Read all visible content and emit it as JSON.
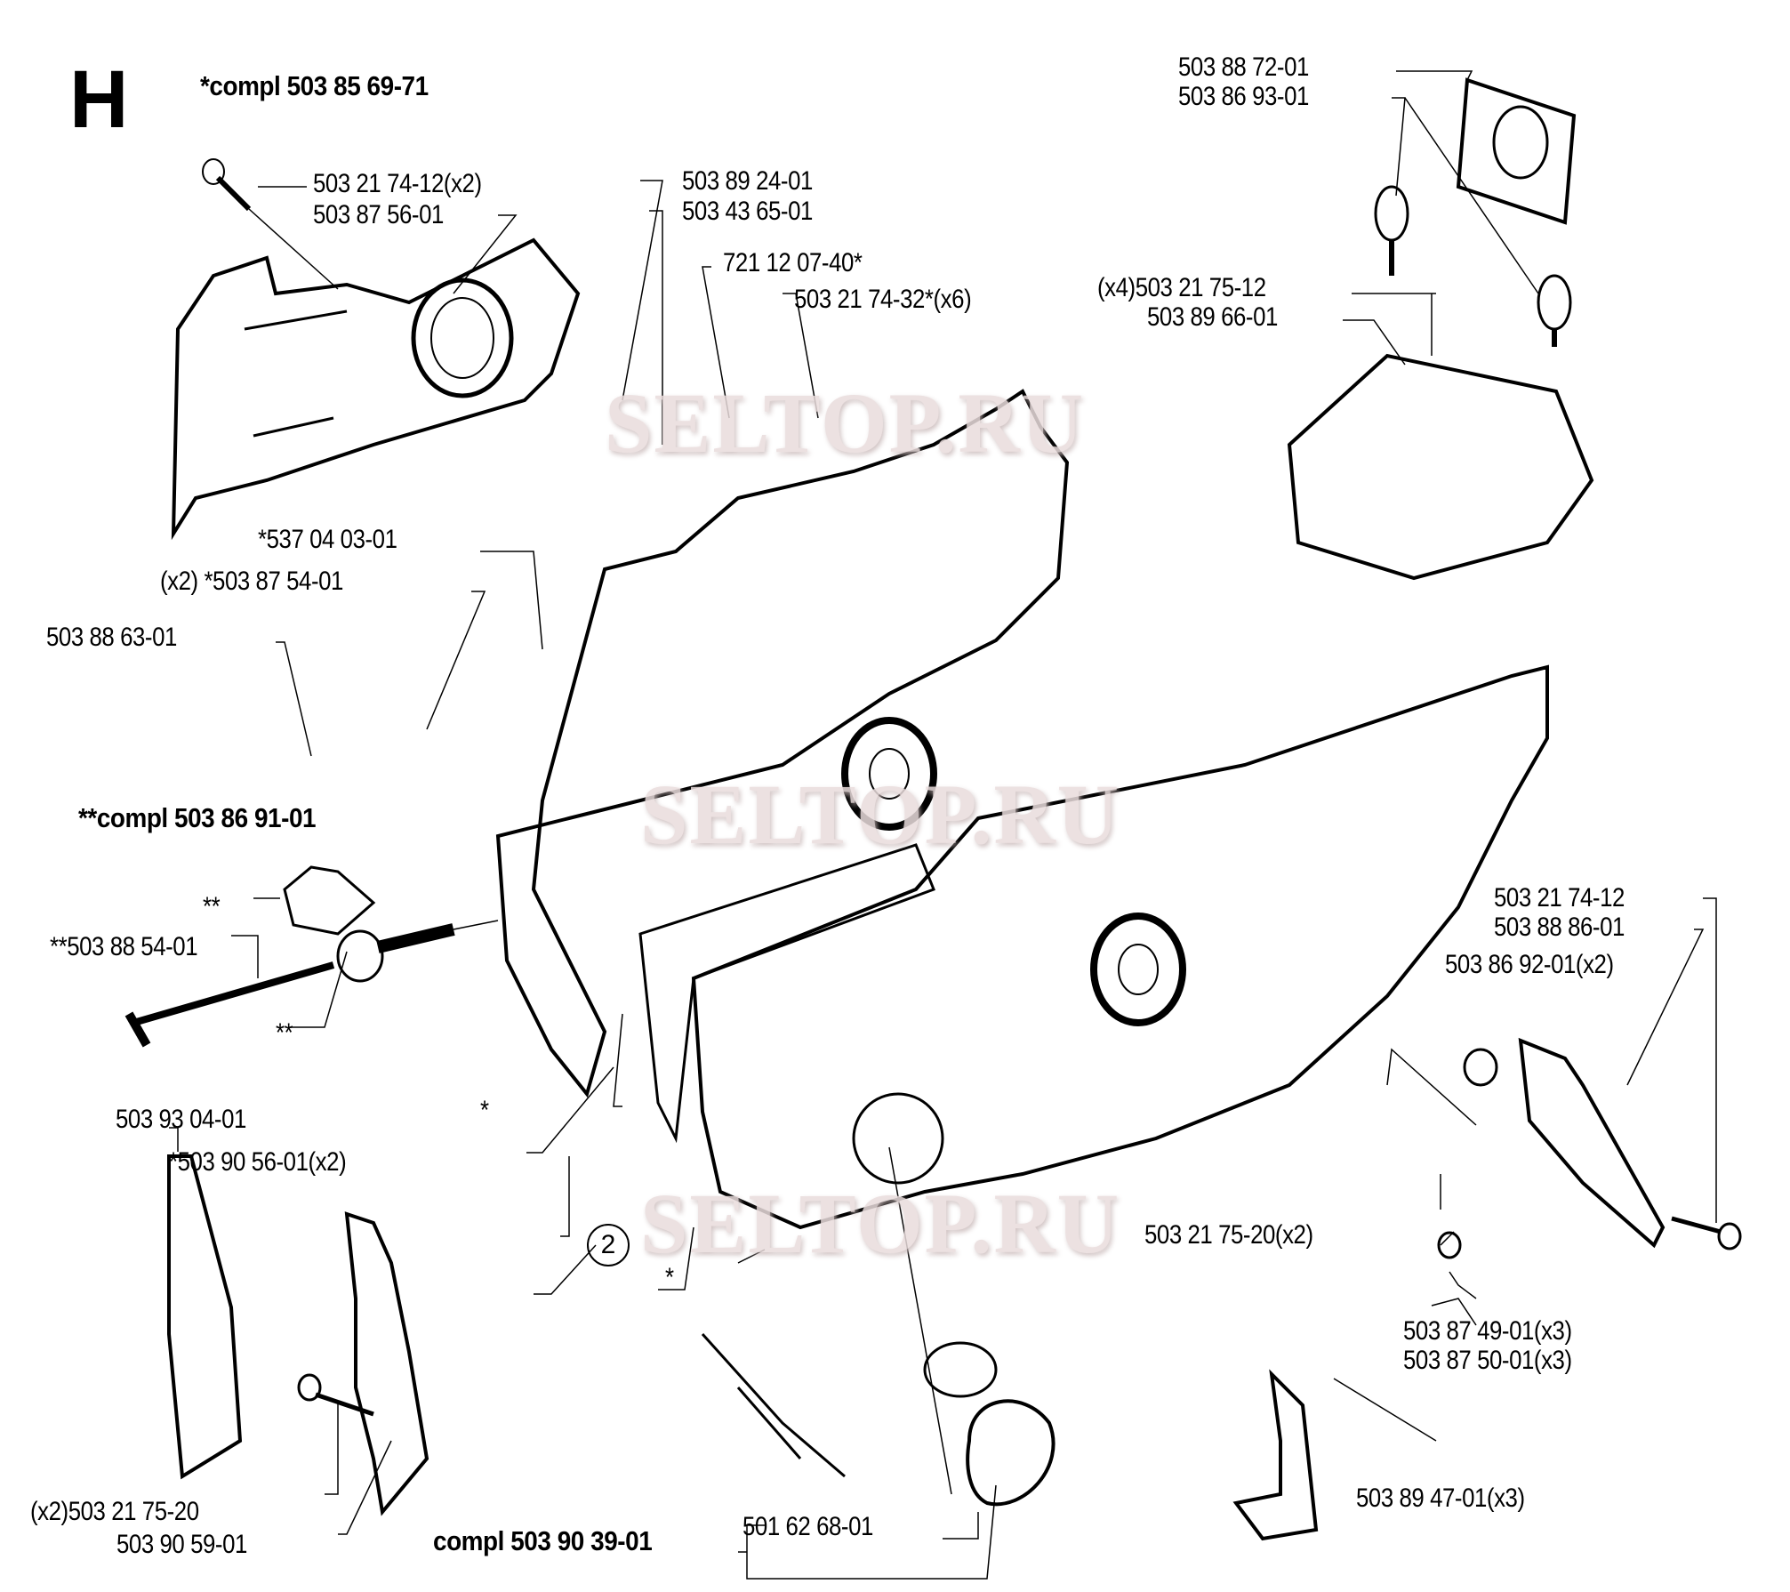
{
  "section_letter": "H",
  "assemblies": {
    "main": "*compl 503 85 69-71",
    "tensioner": "**compl 503 86 91-01",
    "fuel_cap": "compl 503 90 39-01"
  },
  "watermark": "SELTOP.RU",
  "callout_number": "2",
  "parts": [
    {
      "id": "p1",
      "label": "503 21 74-12(x2)"
    },
    {
      "id": "p2",
      "label": "503 87 56-01"
    },
    {
      "id": "p3",
      "label": "503 89 24-01"
    },
    {
      "id": "p4",
      "label": "503 43 65-01"
    },
    {
      "id": "p5",
      "label": "721 12 07-40*"
    },
    {
      "id": "p6",
      "label": "503 21 74-32*(x6)"
    },
    {
      "id": "p7",
      "label": "503 88 72-01"
    },
    {
      "id": "p8",
      "label": "503 86 93-01"
    },
    {
      "id": "p9",
      "label": "(x4)503 21 75-12"
    },
    {
      "id": "p10",
      "label": "503 89 66-01"
    },
    {
      "id": "p11",
      "label": "*537 04 03-01"
    },
    {
      "id": "p12",
      "label": "(x2) *503 87 54-01"
    },
    {
      "id": "p13",
      "label": "503 88 63-01"
    },
    {
      "id": "p14",
      "label": "**"
    },
    {
      "id": "p15",
      "label": "**503 88 54-01"
    },
    {
      "id": "p16",
      "label": "**"
    },
    {
      "id": "p17",
      "label": "*"
    },
    {
      "id": "p18",
      "label": "503 93 04-01"
    },
    {
      "id": "p19",
      "label": "*503 90 56-01(x2)"
    },
    {
      "id": "p20",
      "label": "*"
    },
    {
      "id": "p21",
      "label": "503 21 74-12"
    },
    {
      "id": "p22",
      "label": "503 88 86-01"
    },
    {
      "id": "p23",
      "label": "503 86 92-01(x2)"
    },
    {
      "id": "p24",
      "label": "503 21 75-20(x2)"
    },
    {
      "id": "p25",
      "label": "503 87 49-01(x3)"
    },
    {
      "id": "p26",
      "label": "503 87 50-01(x3)"
    },
    {
      "id": "p27",
      "label": "503 89 47-01(x3)"
    },
    {
      "id": "p28",
      "label": "(x2)503 21 75-20"
    },
    {
      "id": "p29",
      "label": "503 90 59-01"
    },
    {
      "id": "p30",
      "label": "501 62 68-01"
    }
  ]
}
